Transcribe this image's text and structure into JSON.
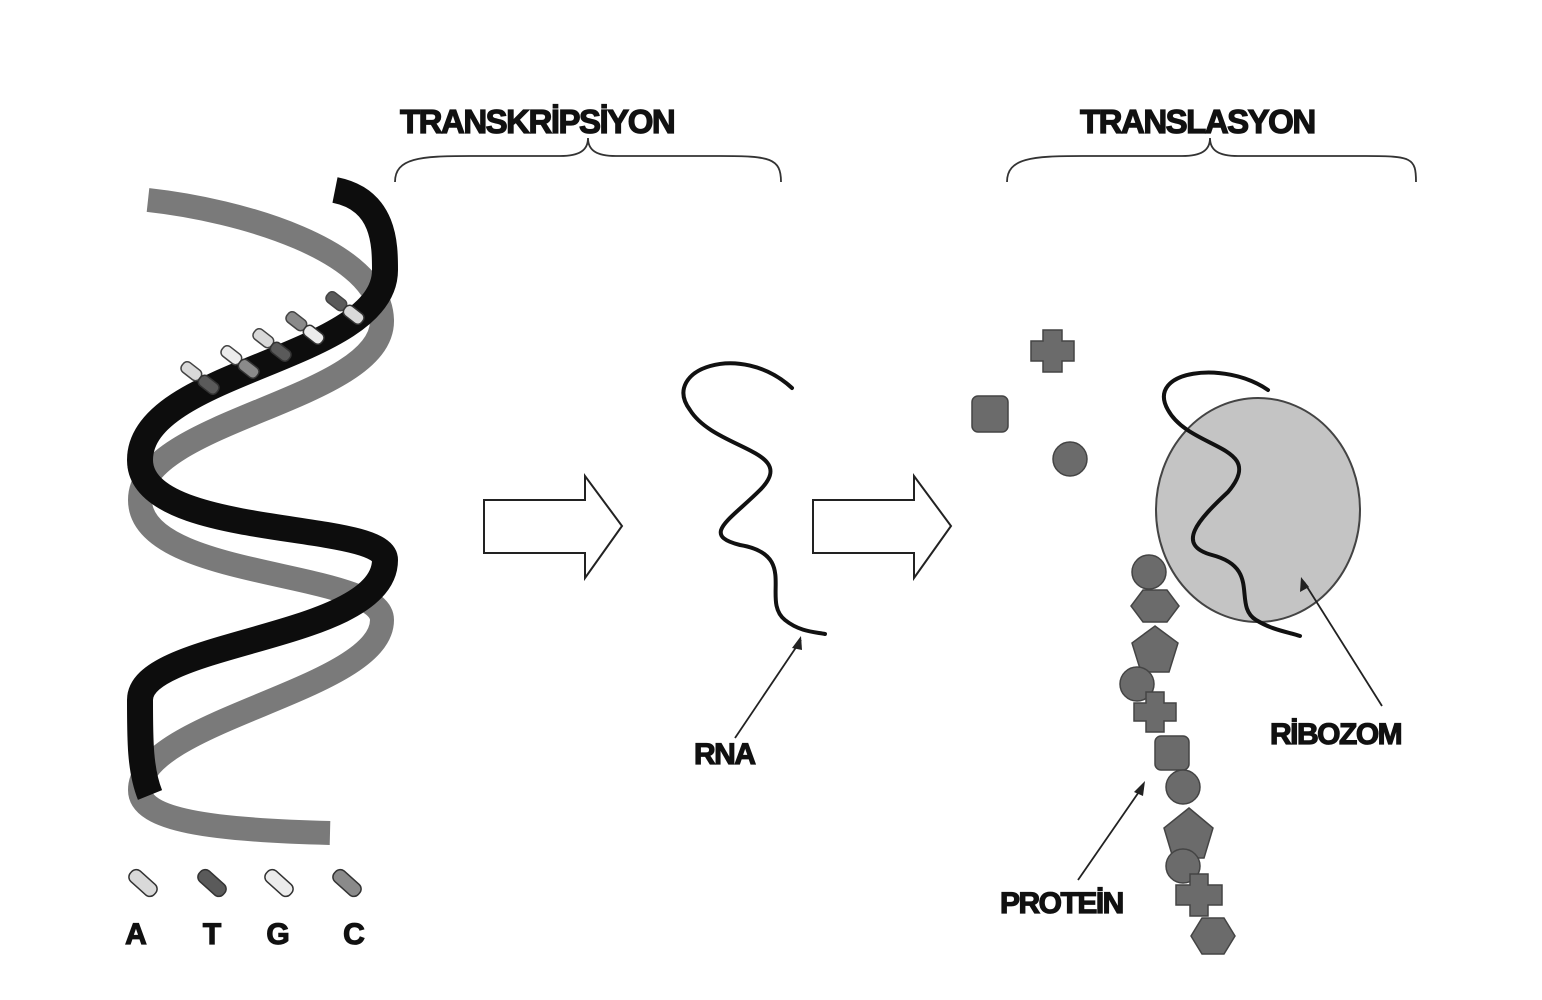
{
  "labels": {
    "transcription": "TRANSKRİPSİYON",
    "translation": "TRANSLASYON",
    "rna": "RNA",
    "ribosome": "RİBOZOM",
    "protein": "PROTEİN"
  },
  "bases": {
    "a": "A",
    "t": "T",
    "g": "G",
    "c": "C"
  },
  "colors": {
    "strand_dark": "#111111",
    "strand_light": "#777777",
    "ribosome_fill": "#c4c4c4",
    "amino_acid": "#6b6b6b",
    "base_a": "#d9d9d9",
    "base_t": "#5a5a5a",
    "base_g": "#ececec",
    "base_c": "#8a8a8a"
  }
}
